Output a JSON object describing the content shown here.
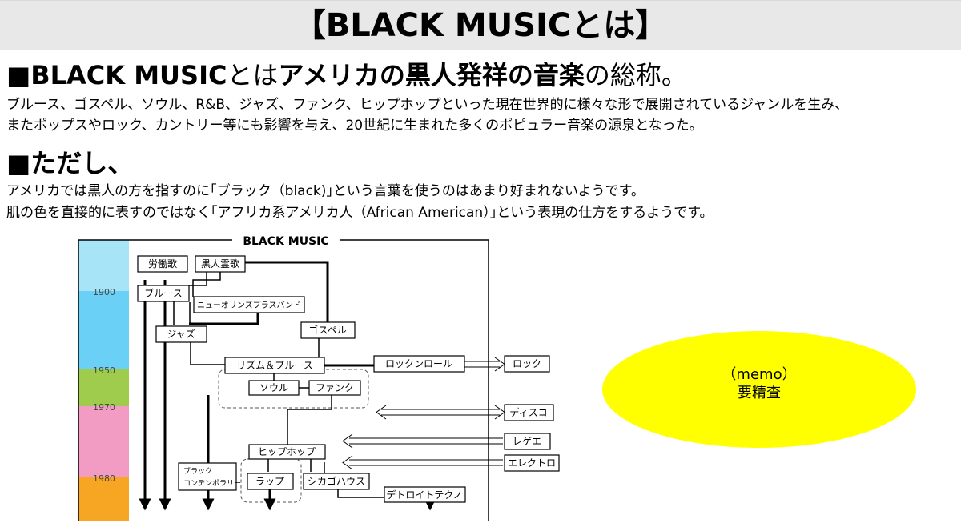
{
  "header": {
    "title": "【BLACK MUSICとは】"
  },
  "section1": {
    "marker": "■",
    "bold_a": "BLACK MUSIC",
    "normal_a": "とは",
    "bold_b": "アメリカの黒人発祥の音楽",
    "normal_b": "の総称。",
    "line1": "ブルース、ゴスペル、ソウル、R&B、ジャズ、ファンク、ヒップホップといった現在世界的に様々な形で展開されているジャンルを生み、",
    "line2": "またポップスやロック、カントリー等にも影響を与え、20世紀に生まれた多くのポピュラー音楽の源泉となった。"
  },
  "section2": {
    "heading": "■ただし、",
    "line1": "アメリカでは黒人の方を指すのに｢ブラック（black)｣という言葉を使うのはあまり好まれないようです。",
    "line2": "肌の色を直接的に表すのではなく｢アフリカ系アメリカ人（African American）｣という表現の仕方をするようです。"
  },
  "diagram": {
    "title": "BLACK MUSIC",
    "timeline": [
      {
        "year": "",
        "color": "#a8e4f8"
      },
      {
        "year": "1900",
        "color": "#6bd0f6"
      },
      {
        "year": "1950",
        "color": "#9fcc4d"
      },
      {
        "year": "1970",
        "color": "#f29cc4"
      },
      {
        "year": "1980",
        "color": "#f6a623"
      }
    ],
    "boxes": {
      "work_song": "労働歌",
      "spiritual": "黒人霊歌",
      "blues": "ブルース",
      "new_orleans": "ニューオリンズブラスバンド",
      "jazz": "ジャズ",
      "gospel": "ゴスペル",
      "rnb": "リズム＆ブルース",
      "rock_n_roll": "ロックンロール",
      "rock": "ロック",
      "soul": "ソウル",
      "funk": "ファンク",
      "disco": "ディスコ",
      "reggae": "レゲエ",
      "hip_hop": "ヒップホップ",
      "electro": "エレクトロ",
      "bc_line1": "ブラック",
      "bc_line2": "コンテンポラリー",
      "rap": "ラップ",
      "chicago_house": "シカゴハウス",
      "detroit_techno": "デトロイトテクノ"
    }
  },
  "memo": {
    "title": "（memo）",
    "subtitle": "要精査",
    "color": "#ffff00"
  }
}
